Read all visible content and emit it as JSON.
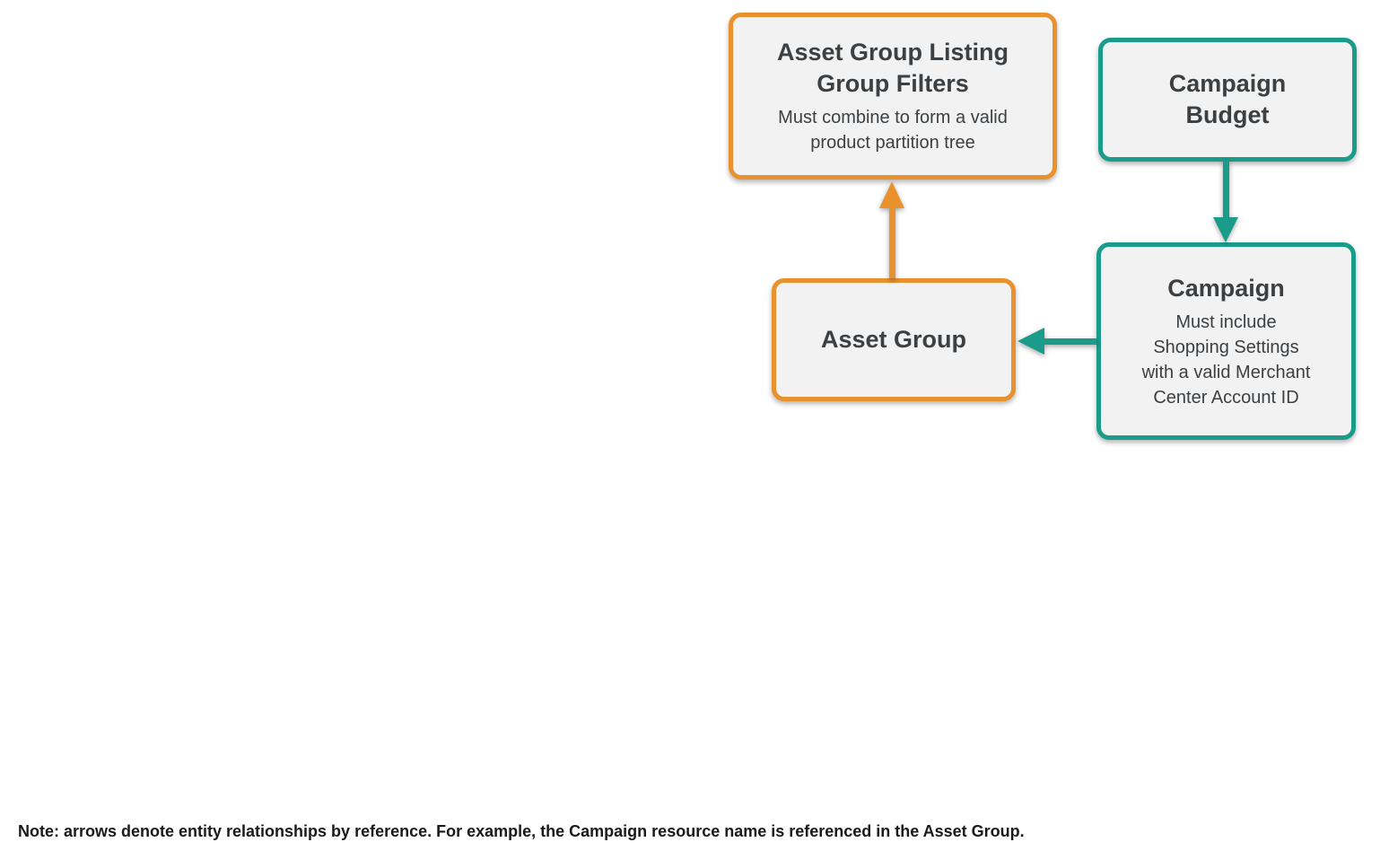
{
  "diagram": {
    "colors": {
      "orange": "#E8912D",
      "teal": "#1B9C8A",
      "box_fill": "#F2F2F2",
      "title_color": "#3C4043",
      "subtitle_color": "#3C4043",
      "note_color": "#1A1A1A"
    },
    "boxes": [
      {
        "id": "asset-group-listing-group-filters",
        "title": [
          "Asset Group Listing",
          "Group Filters"
        ],
        "subtitle": [
          "Must combine to form a valid",
          "product partition tree"
        ],
        "accent": "orange"
      },
      {
        "id": "campaign-budget",
        "title": [
          "Campaign",
          "Budget"
        ],
        "subtitle": [],
        "accent": "teal"
      },
      {
        "id": "campaign",
        "title": "Campaign",
        "subtitle": [
          "Must include",
          "Shopping Settings",
          "with a valid Merchant",
          "Center Account ID"
        ],
        "accent": "teal"
      },
      {
        "id": "asset-group",
        "title": "Asset Group",
        "subtitle": [],
        "accent": "orange"
      }
    ],
    "arrows": [
      {
        "id": "asset-group-to-listing-group-filters",
        "from": "asset-group",
        "to": "asset-group-listing-group-filters",
        "direction": "up",
        "color": "orange"
      },
      {
        "id": "campaign-budget-to-campaign",
        "from": "campaign-budget",
        "to": "campaign",
        "direction": "down",
        "color": "teal"
      },
      {
        "id": "campaign-to-asset-group",
        "from": "campaign",
        "to": "asset-group",
        "direction": "left",
        "color": "teal"
      }
    ],
    "note": "Note: arrows denote entity relationships by reference. For example, the Campaign resource name is referenced in the Asset Group."
  }
}
